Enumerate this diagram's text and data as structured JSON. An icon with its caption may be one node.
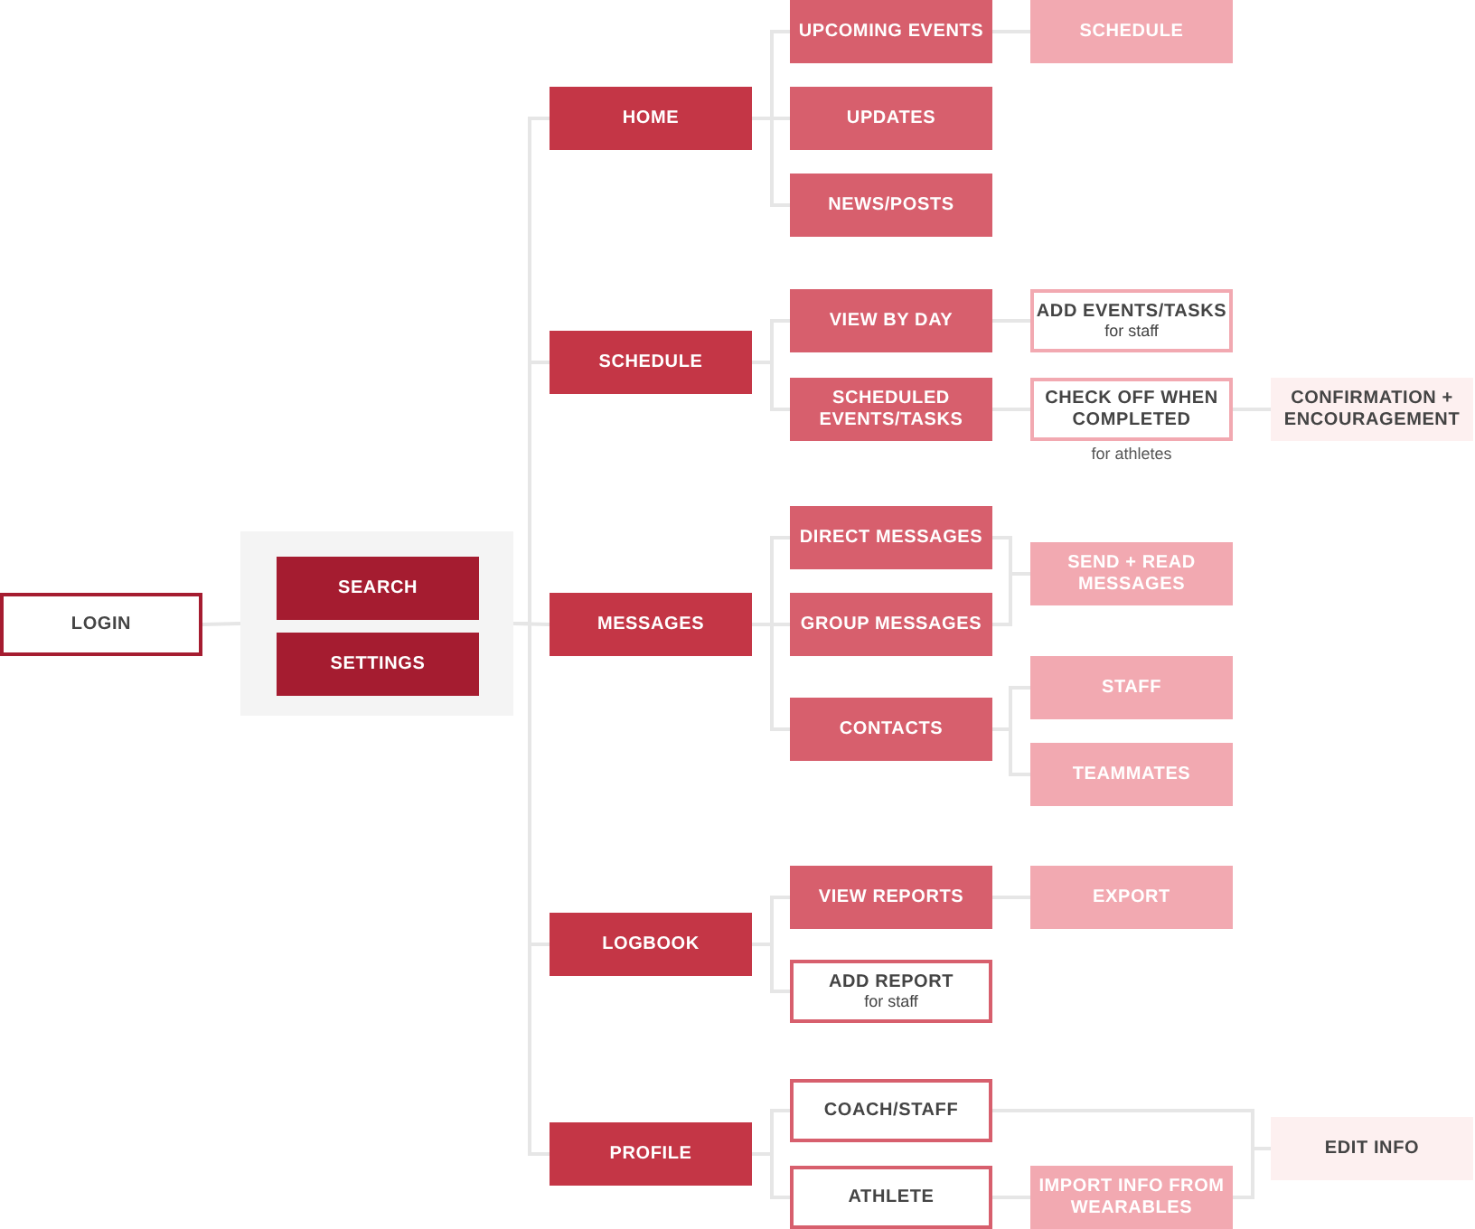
{
  "diagram": {
    "nodes": [
      {
        "text": [
          "LOGIN"
        ]
      },
      {
        "text": [],
        "shape": "box"
      },
      {
        "text": [
          "SEARCH"
        ],
        "in": 1
      },
      {
        "text": [
          "SETTINGS"
        ],
        "in": 1
      },
      {
        "text": [
          "HOME"
        ]
      },
      {
        "text": [
          "SCHEDULE"
        ]
      },
      {
        "text": [
          "MESSAGES"
        ]
      },
      {
        "text": [
          "LOGBOOK"
        ]
      },
      {
        "text": [
          "PROFILE"
        ]
      },
      {
        "text": [
          "UPCOMING EVENTS"
        ]
      },
      {
        "text": [
          "UPDATES"
        ]
      },
      {
        "text": [
          "NEWS/POSTS"
        ]
      },
      {
        "text": [
          "SCHEDULE"
        ]
      },
      {
        "text": [
          "VIEW BY DAY"
        ]
      },
      {
        "text": [
          "SCHEDULED EVENTS/TASKS"
        ]
      },
      {
        "text": [
          "ADD EVENTS/TASKS",
          "for staff"
        ]
      },
      {
        "text": [
          "CHECK OFF WHEN COMPLETED"
        ],
        "beside": [
          "for athletes"
        ]
      },
      {
        "text": [
          "CONFIRMATION + ENCOURAGEMENT"
        ]
      },
      {
        "text": [
          "DIRECT MESSAGES"
        ]
      },
      {
        "text": [
          "GROUP MESSAGES"
        ]
      },
      {
        "text": [
          "CONTACTS"
        ]
      },
      {
        "text": [
          "SEND + READ MESSAGES"
        ]
      },
      {
        "text": [
          "STAFF"
        ]
      },
      {
        "text": [
          "TEAMMATES"
        ]
      },
      {
        "text": [
          "VIEW REPORTS"
        ]
      },
      {
        "text": [
          "ADD REPORT",
          "for staff"
        ]
      },
      {
        "text": [
          "EXPORT"
        ]
      },
      {
        "text": [
          "COACH/STAFF"
        ]
      },
      {
        "text": [
          "ATHLETE"
        ]
      },
      {
        "text": [
          "IMPORT INFO FROM WEARABLES"
        ]
      },
      {
        "text": [
          "EDIT INFO"
        ]
      }
    ],
    "edges": [
      {
        "from": 0,
        "to": 1,
        "arrow": "none"
      },
      {
        "from": 1,
        "to": 4,
        "arrow": "none"
      },
      {
        "from": 1,
        "to": 5,
        "arrow": "none"
      },
      {
        "from": 1,
        "to": 6,
        "arrow": "none"
      },
      {
        "from": 1,
        "to": 7,
        "arrow": "none"
      },
      {
        "from": 1,
        "to": 8,
        "arrow": "none"
      },
      {
        "from": 4,
        "to": 9,
        "arrow": "none"
      },
      {
        "from": 4,
        "to": 10,
        "arrow": "none"
      },
      {
        "from": 4,
        "to": 11,
        "arrow": "none"
      },
      {
        "from": 9,
        "to": 12,
        "arrow": "none"
      },
      {
        "from": 5,
        "to": 13,
        "arrow": "none"
      },
      {
        "from": 5,
        "to": 14,
        "arrow": "none"
      },
      {
        "from": 13,
        "to": 15,
        "arrow": "none"
      },
      {
        "from": 14,
        "to": 16,
        "arrow": "none"
      },
      {
        "from": 16,
        "to": 17,
        "arrow": "none"
      },
      {
        "from": 6,
        "to": 18,
        "arrow": "none"
      },
      {
        "from": 6,
        "to": 19,
        "arrow": "none"
      },
      {
        "from": 6,
        "to": 20,
        "arrow": "none"
      },
      {
        "from": 18,
        "to": 21,
        "arrow": "none"
      },
      {
        "from": 19,
        "to": 21,
        "arrow": "none"
      },
      {
        "from": 20,
        "to": 22,
        "arrow": "none"
      },
      {
        "from": 20,
        "to": 23,
        "arrow": "none"
      },
      {
        "from": 7,
        "to": 24,
        "arrow": "none"
      },
      {
        "from": 7,
        "to": 25,
        "arrow": "none"
      },
      {
        "from": 24,
        "to": 26,
        "arrow": "none"
      },
      {
        "from": 8,
        "to": 27,
        "arrow": "none"
      },
      {
        "from": 8,
        "to": 28,
        "arrow": "none"
      },
      {
        "from": 28,
        "to": 29,
        "arrow": "none"
      },
      {
        "from": 27,
        "to": 30,
        "arrow": "none"
      },
      {
        "from": 29,
        "to": 30,
        "arrow": "none"
      }
    ]
  }
}
